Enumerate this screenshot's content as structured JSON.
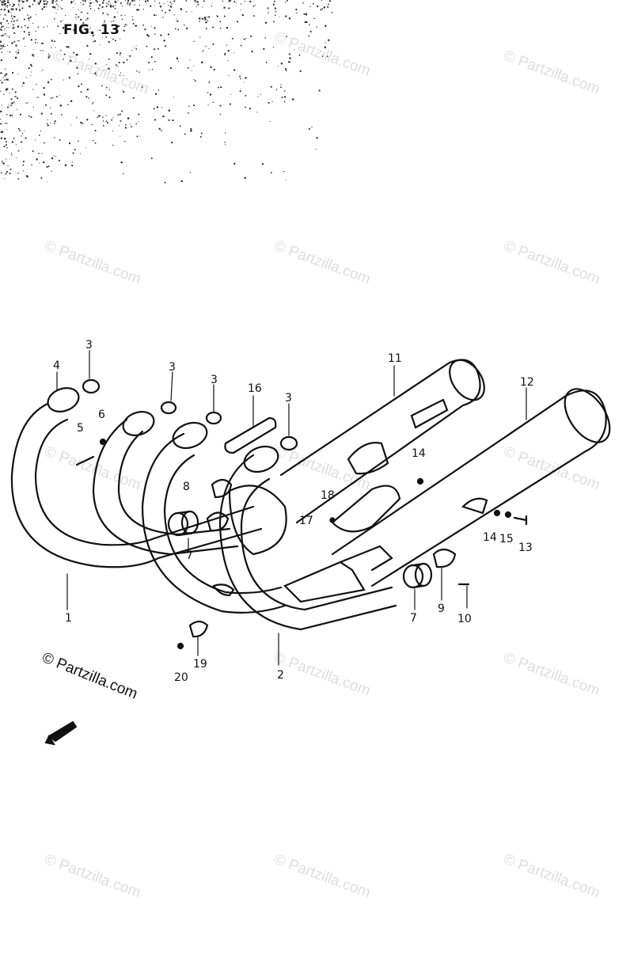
{
  "figure": {
    "title": "FIG. 13"
  },
  "callouts": [
    {
      "id": "c1",
      "label": "1"
    },
    {
      "id": "c2",
      "label": "2"
    },
    {
      "id": "c3a",
      "label": "3"
    },
    {
      "id": "c3b",
      "label": "3"
    },
    {
      "id": "c3c",
      "label": "3"
    },
    {
      "id": "c3d",
      "label": "3"
    },
    {
      "id": "c4",
      "label": "4"
    },
    {
      "id": "c5",
      "label": "5"
    },
    {
      "id": "c6",
      "label": "6"
    },
    {
      "id": "c7a",
      "label": "7"
    },
    {
      "id": "c7b",
      "label": "7"
    },
    {
      "id": "c8",
      "label": "8"
    },
    {
      "id": "c9",
      "label": "9"
    },
    {
      "id": "c10",
      "label": "10"
    },
    {
      "id": "c11",
      "label": "11"
    },
    {
      "id": "c12",
      "label": "12"
    },
    {
      "id": "c13",
      "label": "13"
    },
    {
      "id": "c14a",
      "label": "14"
    },
    {
      "id": "c14b",
      "label": "14"
    },
    {
      "id": "c15",
      "label": "15"
    },
    {
      "id": "c16",
      "label": "16"
    },
    {
      "id": "c17",
      "label": "17"
    },
    {
      "id": "c18",
      "label": "18"
    },
    {
      "id": "c19",
      "label": "19"
    },
    {
      "id": "c20",
      "label": "20"
    }
  ],
  "watermark": {
    "text": "© Partzilla.com",
    "prominent_text": "© Partzilla.com"
  },
  "colors": {
    "ink": "#111111",
    "paper": "#ffffff"
  }
}
